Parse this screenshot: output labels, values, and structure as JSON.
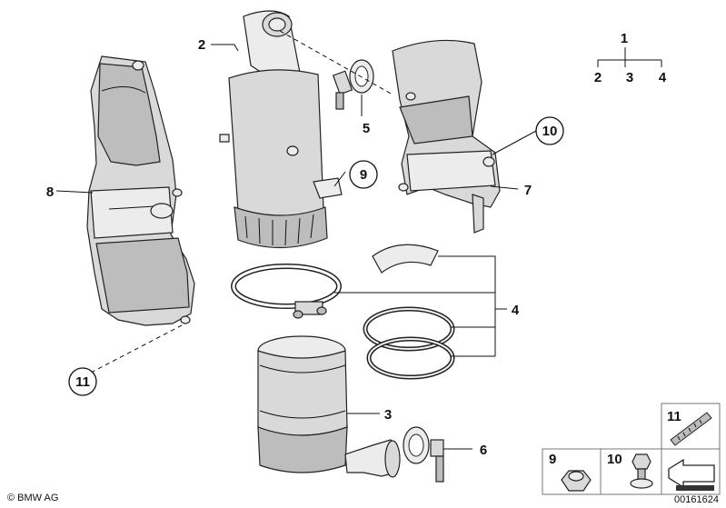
{
  "labels": {
    "tree_root": "1",
    "tree_left": "2",
    "tree_mid": "3",
    "tree_right": "4",
    "part_2": "2",
    "part_3": "3",
    "part_4": "4",
    "part_5": "5",
    "part_6": "6",
    "part_7": "7",
    "part_8": "8",
    "part_9": "9",
    "part_10": "10",
    "part_11": "11",
    "legend_9": "9",
    "legend_10": "10",
    "legend_11": "11"
  },
  "footer": {
    "logo_text": "© BMW AG",
    "image_number": "00161624"
  }
}
